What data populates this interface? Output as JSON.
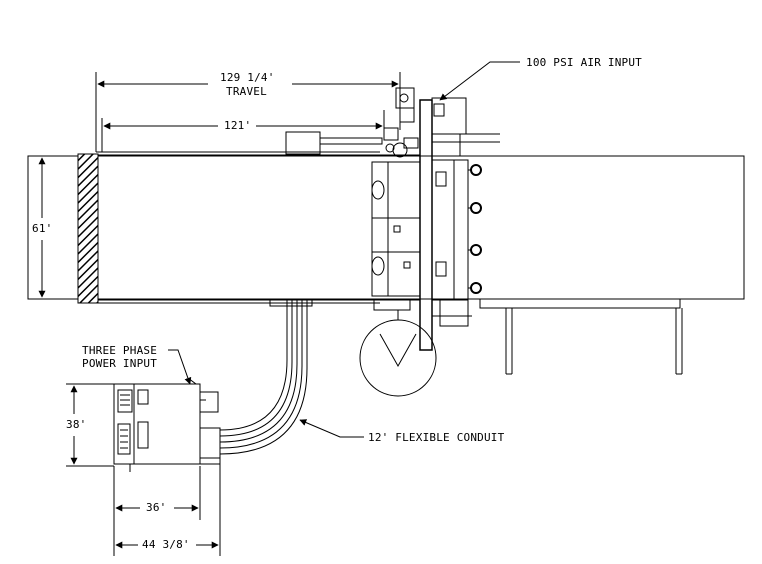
{
  "dimensions": {
    "travel_value": "129 1/4'",
    "travel_label": "TRAVEL",
    "travel_inner": "121'",
    "width_61": "61'",
    "cabinet_height": "38'",
    "cabinet_width": "36'",
    "cabinet_overall": "44 3/8'"
  },
  "callouts": {
    "air_input": "100 PSI AIR INPUT",
    "power_line1": "THREE PHASE",
    "power_line2": "POWER INPUT",
    "conduit": "12' FLEXIBLE CONDUIT"
  },
  "colors": {
    "line": "#000000",
    "background": "#ffffff"
  }
}
